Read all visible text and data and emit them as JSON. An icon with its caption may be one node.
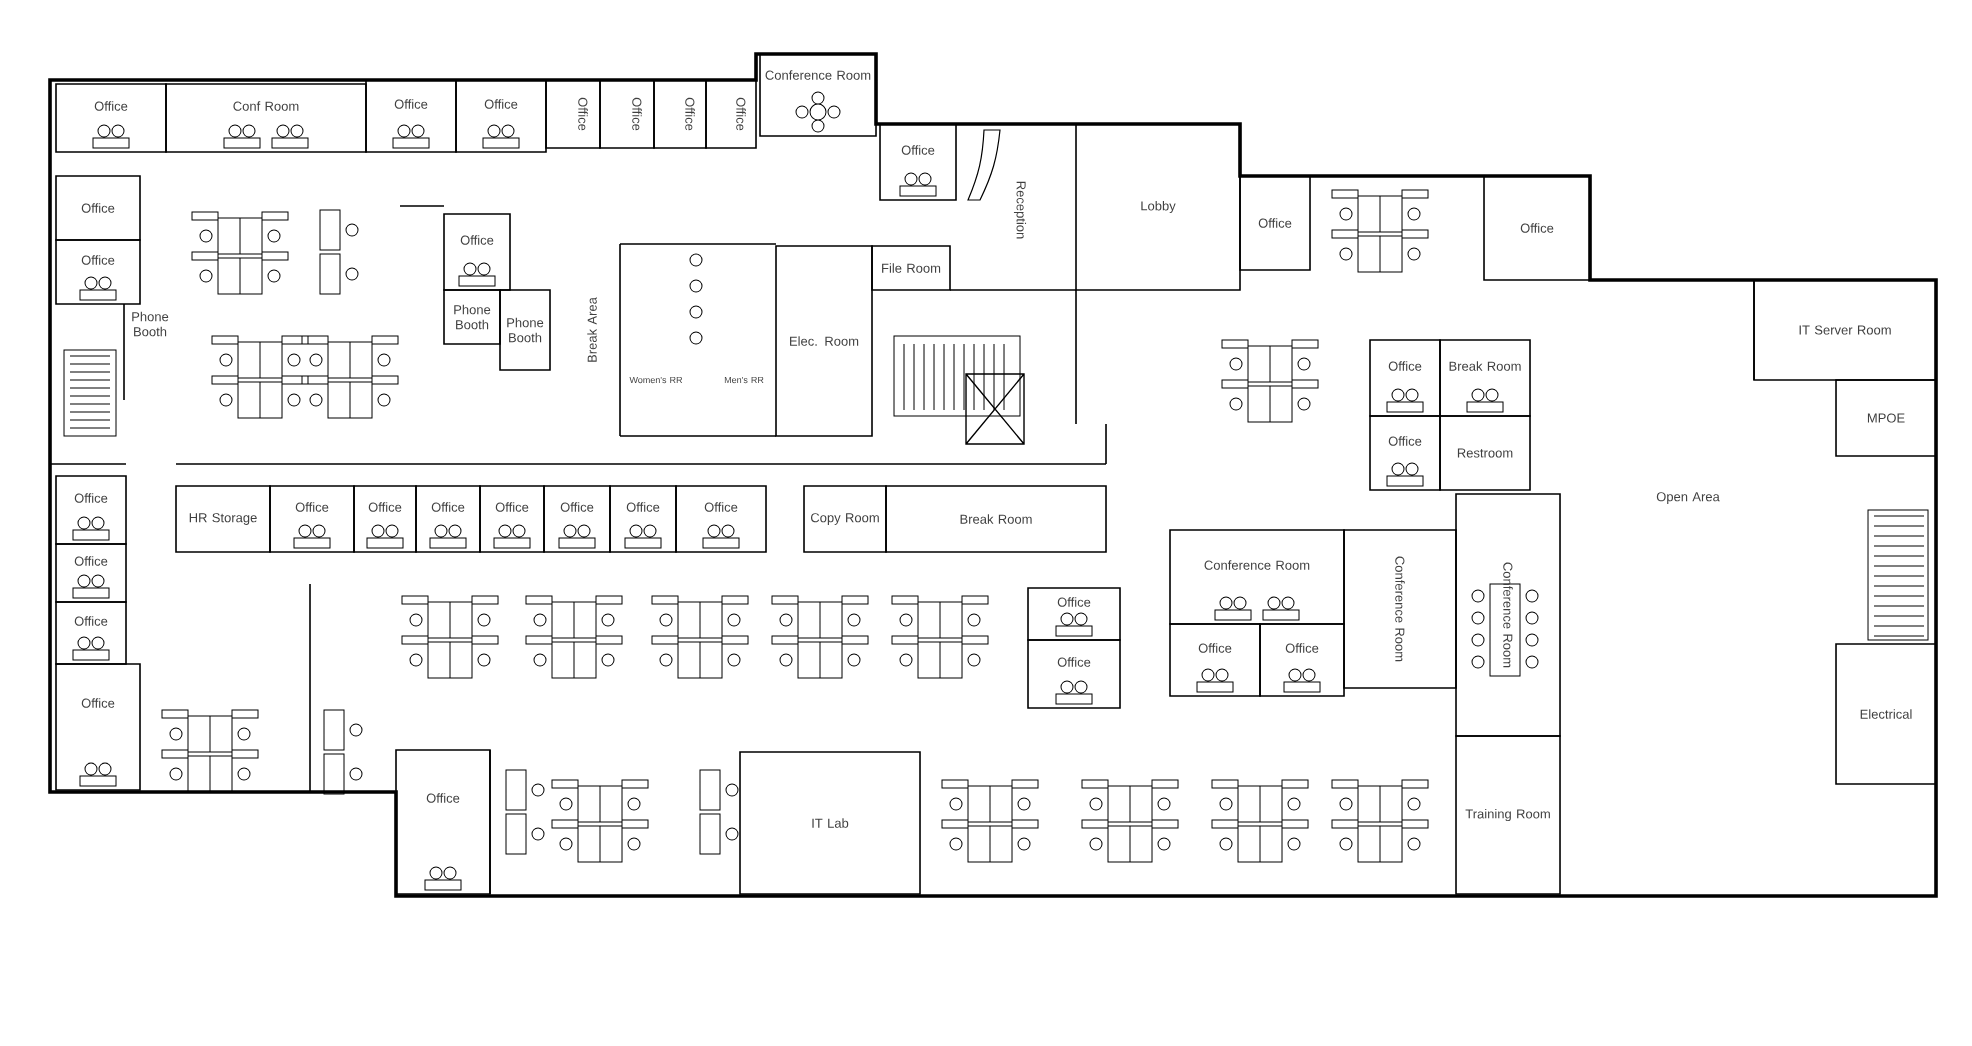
{
  "diagram": {
    "nodes": [
      {
        "text": [
          "Office"
        ]
      },
      {
        "text": [
          "Conf Room"
        ]
      },
      {
        "text": [
          "Office"
        ]
      },
      {
        "text": [
          "Office"
        ]
      },
      {
        "text": [
          "Office"
        ]
      },
      {
        "text": [
          "Office"
        ]
      },
      {
        "text": [
          "Office"
        ]
      },
      {
        "text": [
          "Office"
        ]
      },
      {
        "text": [
          "Conference Room"
        ]
      },
      {
        "text": [
          "Office"
        ]
      },
      {
        "text": [
          "Lobby"
        ]
      },
      {
        "text": [
          "Office"
        ]
      },
      {
        "text": [
          "Office"
        ]
      },
      {
        "text": [
          "Office"
        ]
      },
      {
        "text": [
          "Office"
        ]
      },
      {
        "text": [
          "Office"
        ]
      },
      {
        "text": [
          "Phone Booth"
        ]
      },
      {
        "text": [
          "Phone Booth"
        ]
      },
      {
        "text": [
          "Elec. Room"
        ]
      },
      {
        "text": [
          "File Room"
        ]
      },
      {
        "text": [
          "IT Server Room"
        ]
      },
      {
        "text": [
          "Office"
        ]
      },
      {
        "text": [
          "Break Room"
        ]
      },
      {
        "text": [
          "MPOE"
        ]
      },
      {
        "text": [
          "Office"
        ]
      },
      {
        "text": [
          "Restroom"
        ]
      },
      {
        "text": [
          "Office"
        ]
      },
      {
        "text": [
          "HR Storage"
        ]
      },
      {
        "text": [
          "Office"
        ]
      },
      {
        "text": [
          "Office"
        ]
      },
      {
        "text": [
          "Office"
        ]
      },
      {
        "text": [
          "Office"
        ]
      },
      {
        "text": [
          "Office"
        ]
      },
      {
        "text": [
          "Office"
        ]
      },
      {
        "text": [
          "Office"
        ]
      },
      {
        "text": [
          "Copy Room"
        ]
      },
      {
        "text": [
          "Break Room"
        ]
      },
      {
        "text": [
          "Conference Room"
        ]
      },
      {
        "text": [
          "Conference Room"
        ]
      },
      {
        "text": [
          "Conference Room"
        ]
      },
      {
        "text": [
          "Office"
        ]
      },
      {
        "text": [
          "Office"
        ]
      },
      {
        "text": [
          "Office"
        ]
      },
      {
        "text": [
          "Office"
        ]
      },
      {
        "text": [
          "Office"
        ]
      },
      {
        "text": [
          "Office"
        ]
      },
      {
        "text": [
          "Electrical"
        ]
      },
      {
        "text": [
          "Office"
        ]
      },
      {
        "text": [
          "Office"
        ]
      },
      {
        "text": [
          "IT Lab"
        ]
      },
      {
        "text": [
          "Training Room"
        ]
      }
    ],
    "labels": [
      "Reception",
      "Phone Booth",
      "Break Area",
      "Women's RR",
      "Men's RR",
      "Open Area"
    ]
  }
}
